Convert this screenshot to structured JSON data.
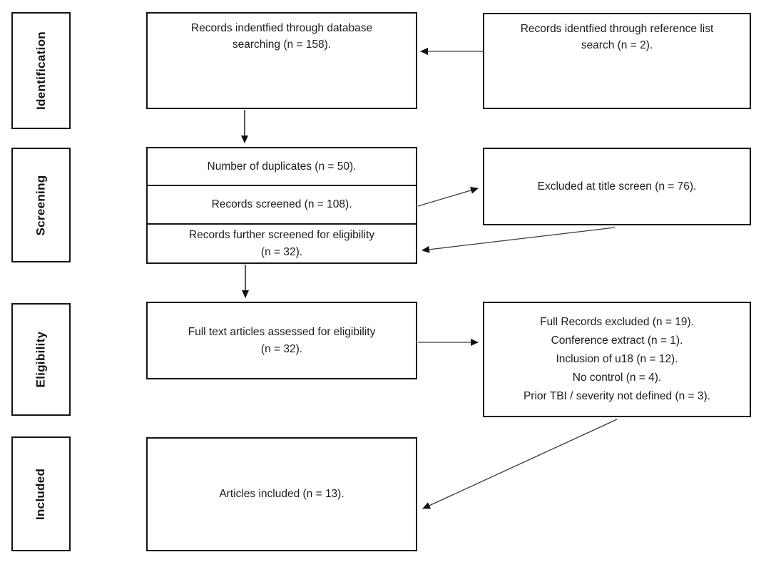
{
  "figure": {
    "kind": "PRISMA flow diagram",
    "background_color": "#ffffff",
    "line_color": "#1a1a1a"
  },
  "stage_labels": [
    {
      "label": "Identification"
    },
    {
      "label": "Screening"
    },
    {
      "label": "Eligibility"
    },
    {
      "label": "Included"
    }
  ],
  "boxes": {
    "database_search": {
      "lines": [
        "Records indentfied through database",
        "searching (n = 158)."
      ]
    },
    "reference_search": {
      "lines": [
        "Records identfied through reference list",
        "search (n = 2)."
      ]
    },
    "duplicates": {
      "lines": [
        "Number of duplicates (n = 50)."
      ]
    },
    "records_screened": {
      "lines": [
        "Records screened (n = 108)."
      ]
    },
    "further_screened": {
      "lines": [
        "Records further screened for eligibility",
        "(n = 32)."
      ]
    },
    "excluded_title_screen": {
      "lines": [
        "Excluded at title screen (n = 76)."
      ]
    },
    "full_text_assessed": {
      "lines": [
        "Full text articles assessed for eligibility",
        "(n = 32)."
      ]
    },
    "full_records_excluded": {
      "lines": [
        "Full Records excluded (n = 19).",
        "Conference extract (n = 1).",
        "Inclusion of u18 (n = 12).",
        "No control (n = 4).",
        "Prior TBI / severity not defined (n = 3)."
      ]
    },
    "articles_included": {
      "lines": [
        "Articles included (n = 13)."
      ]
    }
  }
}
